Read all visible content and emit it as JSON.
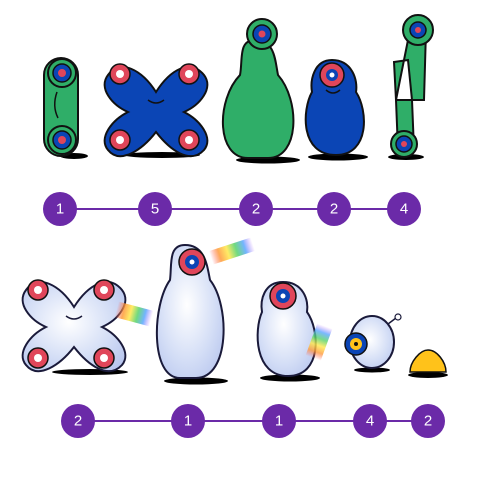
{
  "colors": {
    "green": "#2fae68",
    "blue": "#0b45b5",
    "eye_red": "#e0465a",
    "eye_pink": "#f49bb0",
    "outline": "#111111",
    "glass": "#c6d3f2",
    "glass_edge": "#1a1a3a",
    "badge": "#6b2aa8",
    "line": "#6b2aa8",
    "blob": "#ffc21a"
  },
  "rows": [
    {
      "description_items": [
        "hinge-stick",
        "x-spinner",
        "tall-blob",
        "round-blob",
        "zigzag-stick"
      ],
      "badges": [
        "1",
        "5",
        "2",
        "2",
        "4"
      ]
    },
    {
      "description_items": [
        "glass-x-spinner",
        "glass-tall-blob",
        "glass-round-blob",
        "glass-eye-puck",
        "yellow-blob"
      ],
      "badges": [
        "2",
        "1",
        "1",
        "4",
        "2"
      ]
    }
  ]
}
